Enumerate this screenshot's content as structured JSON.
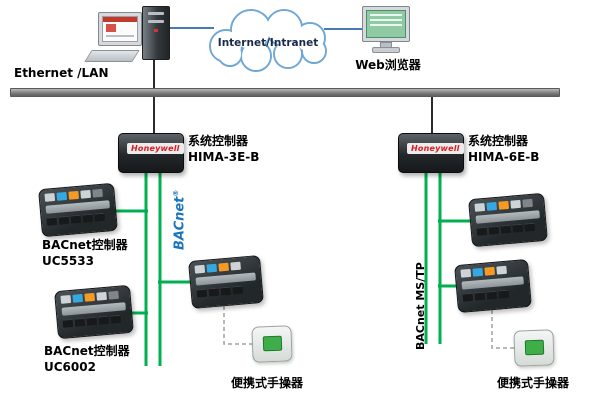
{
  "labels": {
    "ethernet": "Ethernet /LAN",
    "cloud": "Internet/Intranet",
    "web_browser": "Web浏览器",
    "brand": "Honeywell",
    "sys_ctrl_left_title": "系统控制器",
    "sys_ctrl_left_model": "HIMA-3E-B",
    "sys_ctrl_right_title": "系统控制器",
    "sys_ctrl_right_model": "HIMA-6E-B",
    "bacnet_logo": "BACnet",
    "bacnet_reg": "®",
    "bacnet_mstp": "BACnet  MS/TP",
    "uc5533_title": "BACnet控制器",
    "uc5533_model": "UC5533",
    "uc6002_title": "BACnet控制器",
    "uc6002_model": "UC6002",
    "handheld_left": "便携式手操器",
    "handheld_right": "便携式手操器"
  },
  "colors": {
    "network_green": "#00b050",
    "ethernet_bus_gray": "#8a8a8a",
    "cloud_outline_blue": "#6fa8d6",
    "honeywell_red": "#d71920",
    "bacnet_blue": "#1b75bb",
    "handheld_screen_green": "#3fae49"
  }
}
